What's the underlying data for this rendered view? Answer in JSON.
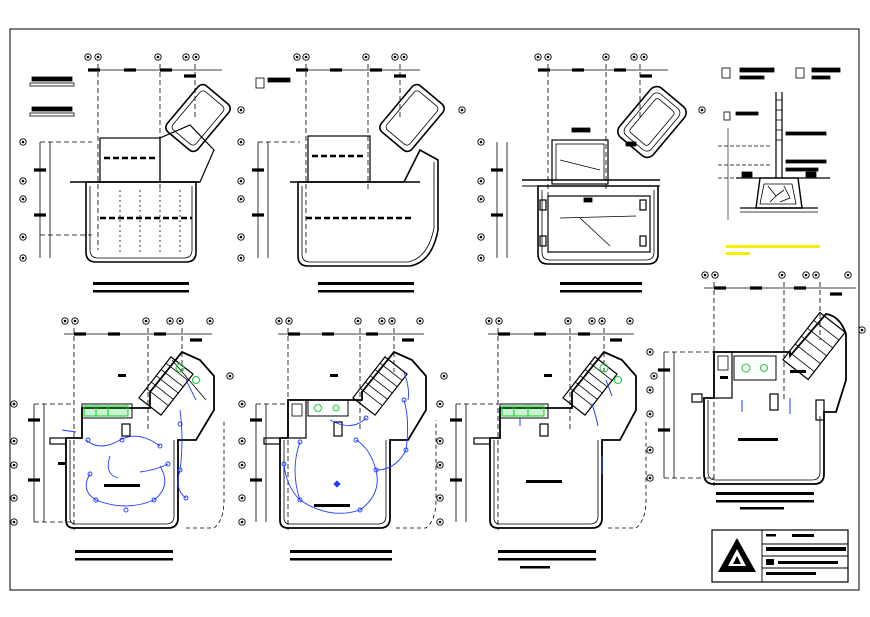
{
  "sheet": {
    "background": "#ffffff",
    "ink": "#000000",
    "accent_blue": "#1e3cff",
    "accent_green": "#1fcf3a",
    "note_yellow": "#f5f000"
  },
  "drawings": [
    {
      "id": "plan-1",
      "title": "",
      "subtitle": ""
    },
    {
      "id": "plan-2",
      "title": "",
      "subtitle": ""
    },
    {
      "id": "plan-3",
      "title": "",
      "subtitle": ""
    },
    {
      "id": "plan-4",
      "title": "",
      "subtitle": ""
    },
    {
      "id": "plan-5",
      "title": "",
      "subtitle": ""
    },
    {
      "id": "plan-6",
      "title": "",
      "subtitle": ""
    },
    {
      "id": "plan-7",
      "title": "",
      "subtitle": ""
    },
    {
      "id": "section-detail",
      "title": "",
      "subtitle": ""
    }
  ],
  "title_block": {
    "logo_icon": "triangle-a-logo-icon",
    "project": "",
    "sheet_name": "",
    "drawing_no": ""
  }
}
